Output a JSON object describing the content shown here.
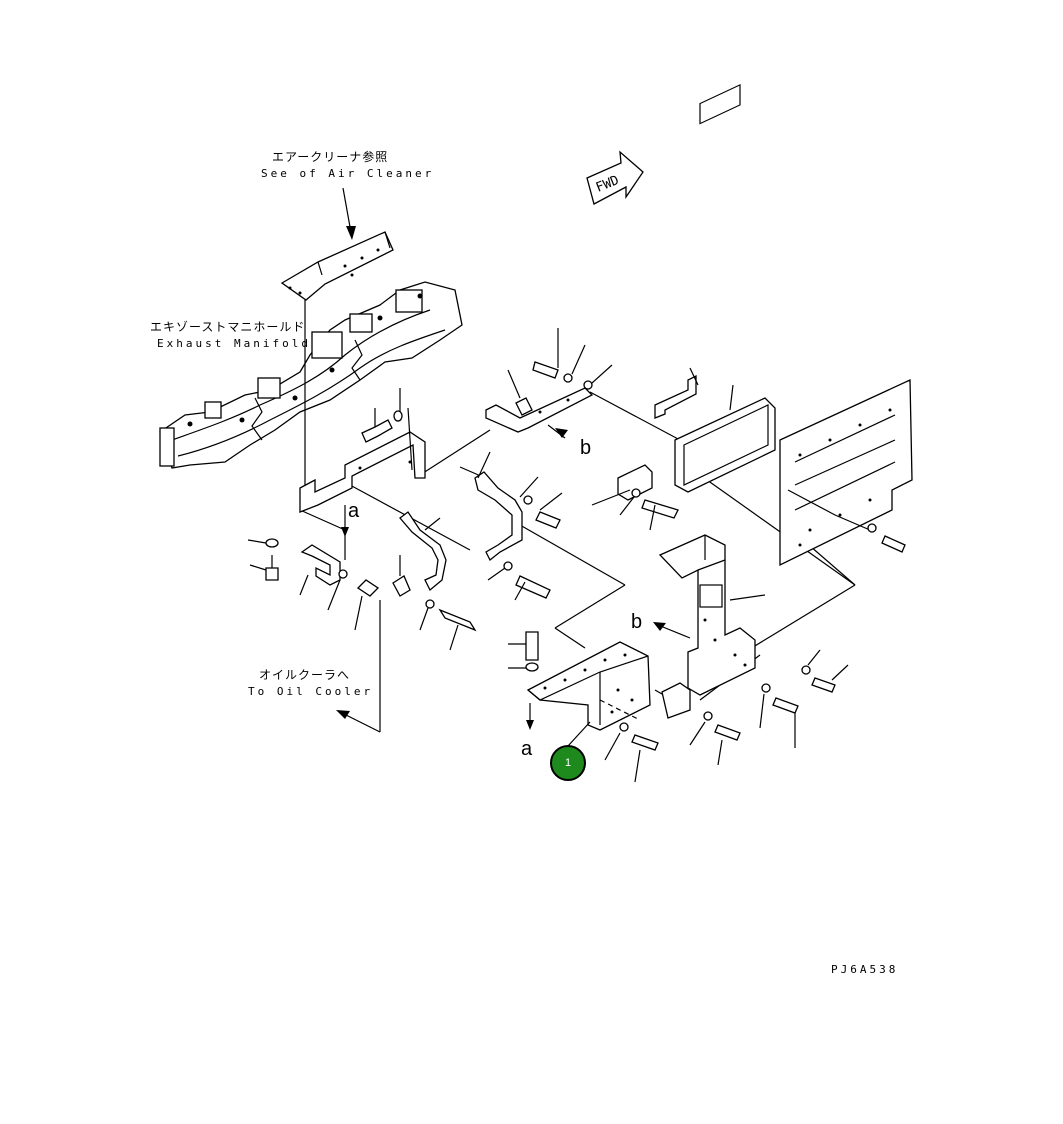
{
  "labels": {
    "air_cleaner_jp": "エアークリーナ参照",
    "air_cleaner_en": "See of Air Cleaner",
    "exhaust_jp": "エキゾーストマニホールド",
    "exhaust_en": "Exhaust Manifold",
    "oil_cooler_jp": "オイルクーラへ",
    "oil_cooler_en": "To Oil Cooler",
    "fwd": "FWD",
    "ref_a": "a",
    "ref_b": "b",
    "drawing_code": "PJ6A538"
  },
  "callout": {
    "number": "1",
    "color": "#1e8a1e"
  }
}
